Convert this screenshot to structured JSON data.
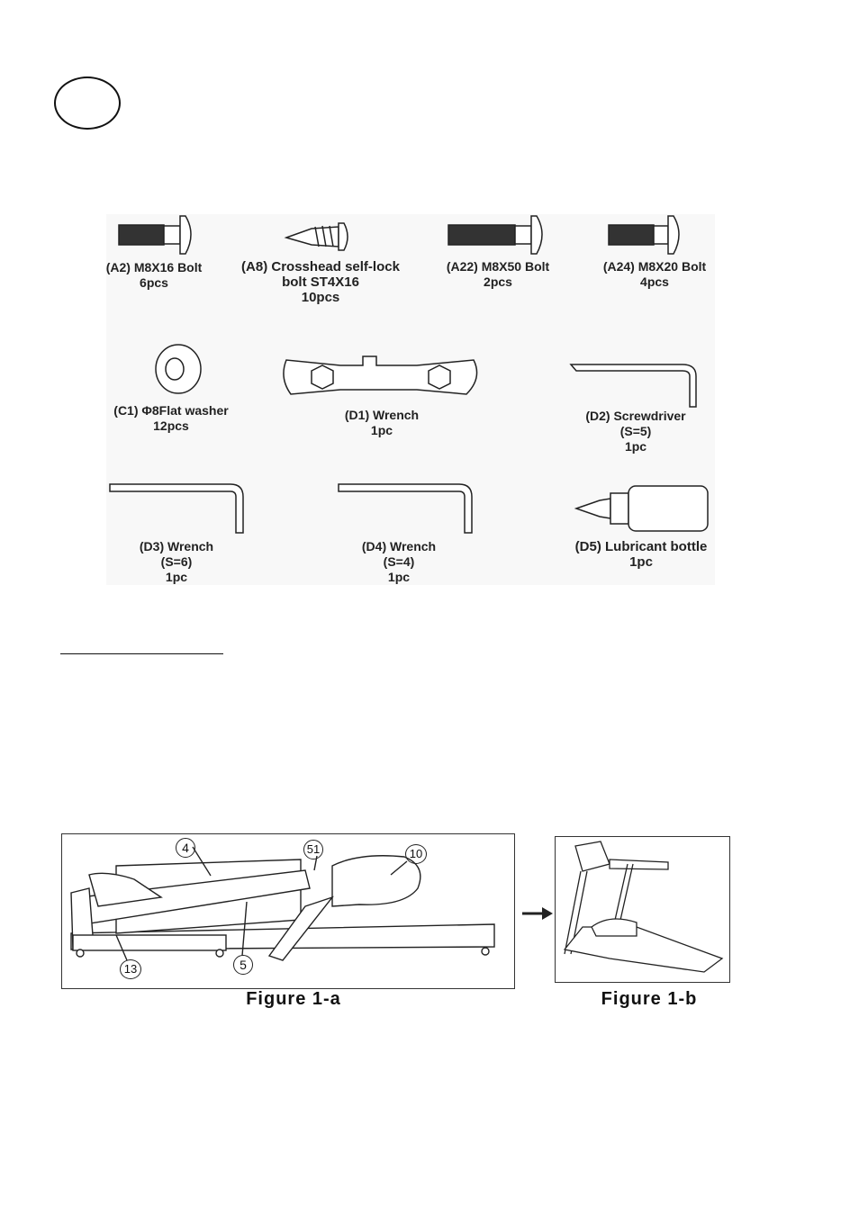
{
  "parts": [
    {
      "id": "a2",
      "lines": [
        "(A2) M8X16 Bolt",
        "6pcs"
      ]
    },
    {
      "id": "a8",
      "lines": [
        "(A8) Crosshead self-lock",
        "bolt ST4X16",
        "10pcs"
      ]
    },
    {
      "id": "a22",
      "lines": [
        "(A22) M8X50 Bolt",
        "2pcs"
      ]
    },
    {
      "id": "a24",
      "lines": [
        "(A24) M8X20 Bolt",
        "4pcs"
      ]
    },
    {
      "id": "c1",
      "lines": [
        "(C1) Φ8Flat washer",
        "12pcs"
      ]
    },
    {
      "id": "d1",
      "lines": [
        "(D1) Wrench",
        "1pc"
      ]
    },
    {
      "id": "d2",
      "lines": [
        "(D2) Screwdriver",
        "(S=5)",
        "1pc"
      ]
    },
    {
      "id": "d3",
      "lines": [
        "(D3) Wrench",
        "(S=6)",
        "1pc"
      ]
    },
    {
      "id": "d4",
      "lines": [
        "(D4) Wrench",
        "(S=4)",
        "1pc"
      ]
    },
    {
      "id": "d5",
      "lines": [
        "(D5) Lubricant bottle",
        "1pc"
      ]
    }
  ],
  "figures": {
    "fig_a": {
      "caption": "Figure 1-a",
      "callouts": [
        "4",
        "51",
        "10",
        "13",
        "5"
      ]
    },
    "fig_b": {
      "caption": "Figure 1-b"
    }
  }
}
